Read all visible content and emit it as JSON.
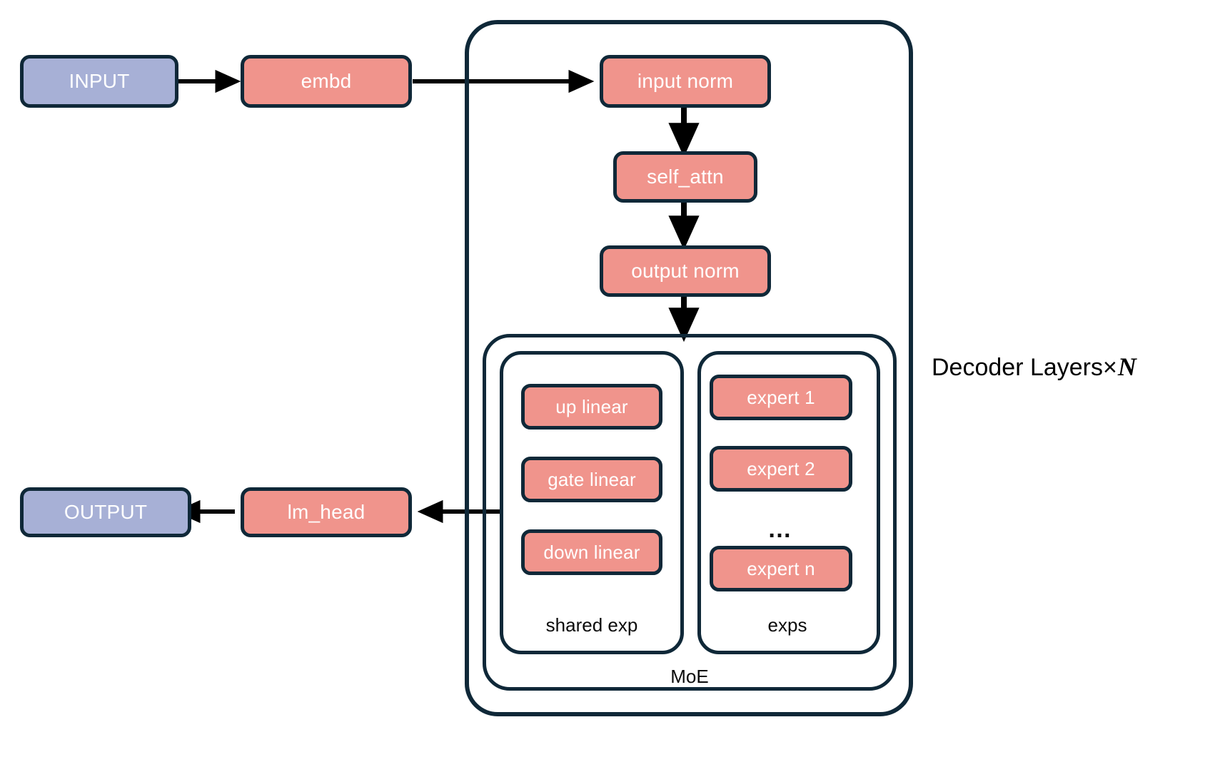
{
  "diagram": {
    "title": "Decoder Layers",
    "title_multiplier": "×",
    "title_variable": "N",
    "colors": {
      "salmon": "#f0948c",
      "blue": "#a7b0d6",
      "stroke": "#0f2838",
      "text_on_node": "#ffffff",
      "text_plain": "#0b0b0b",
      "background": "#ffffff"
    }
  },
  "nodes": {
    "input": "INPUT",
    "embd": "embd",
    "input_norm": "input norm",
    "self_attn": "self_attn",
    "output_norm": "output norm",
    "lm_head": "lm_head",
    "output": "OUTPUT"
  },
  "shared_expert": {
    "caption": "shared exp",
    "layers": [
      {
        "label": "up linear"
      },
      {
        "label": "gate linear"
      },
      {
        "label": "down linear"
      }
    ]
  },
  "routed_experts": {
    "caption": "exps",
    "ellipsis": "…",
    "items": [
      {
        "label": "expert 1"
      },
      {
        "label": "expert 2"
      },
      {
        "label": "expert n"
      }
    ]
  },
  "moe": {
    "caption": "MoE"
  },
  "edges": [
    {
      "from": "input",
      "to": "embd"
    },
    {
      "from": "embd",
      "to": "input norm"
    },
    {
      "from": "input norm",
      "to": "self_attn"
    },
    {
      "from": "self_attn",
      "to": "output norm"
    },
    {
      "from": "output norm",
      "to": "MoE"
    },
    {
      "from": "decoder layers",
      "to": "lm_head"
    },
    {
      "from": "lm_head",
      "to": "output"
    }
  ]
}
